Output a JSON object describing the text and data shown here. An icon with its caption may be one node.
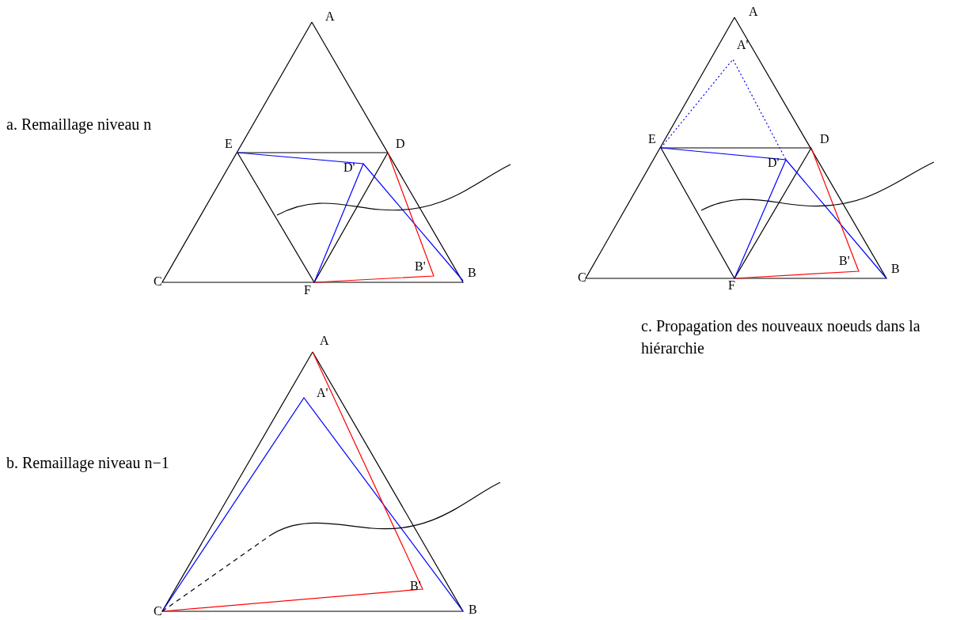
{
  "diagram": {
    "labels": [
      "A",
      "a. Remaillage niveau n",
      "E",
      "D",
      "D'",
      "B'",
      "C",
      "F",
      "B",
      "A",
      "A'",
      "E",
      "D",
      "D'",
      "B'",
      "C",
      "F",
      "B",
      "c. Propagation des nouveaux noeuds dans la hiérarchie",
      "A",
      "A'",
      "b. Remaillage niveau n−1",
      "B'",
      "C",
      "B"
    ]
  }
}
